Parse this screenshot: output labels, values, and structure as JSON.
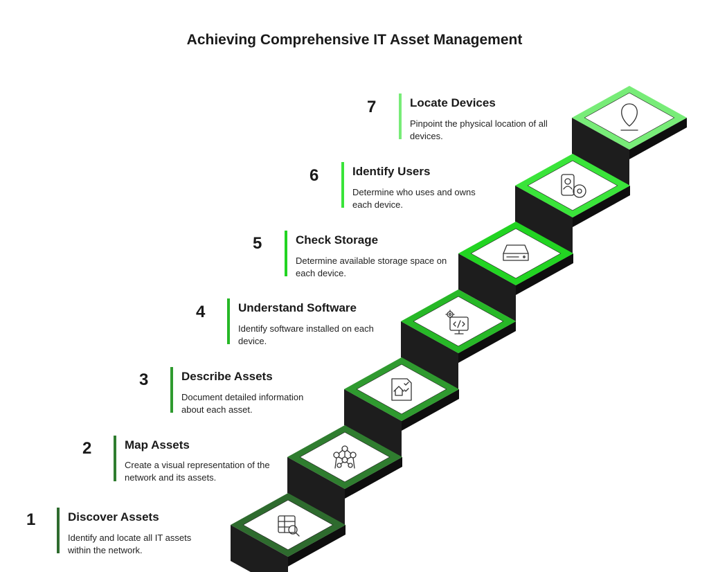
{
  "title": "Achieving Comprehensive IT Asset Management",
  "steps": [
    {
      "number": "1",
      "heading": "Discover Assets",
      "description": "Identify and locate all IT assets within the network.",
      "icon": "table-search-icon",
      "color": "#2e6b2e"
    },
    {
      "number": "2",
      "heading": "Map Assets",
      "description": "Create a visual representation of the network and its assets.",
      "icon": "network-icon",
      "color": "#2f7d2f"
    },
    {
      "number": "3",
      "heading": "Describe Assets",
      "description": "Document detailed information about each asset.",
      "icon": "document-checklist-icon",
      "color": "#2f9a2f"
    },
    {
      "number": "4",
      "heading": "Understand Software",
      "description": "Identify software installed on each device.",
      "icon": "code-monitor-icon",
      "color": "#27b827"
    },
    {
      "number": "5",
      "heading": "Check Storage",
      "description": "Determine available storage space on each device.",
      "icon": "hard-drive-icon",
      "color": "#22d422"
    },
    {
      "number": "6",
      "heading": "Identify Users",
      "description": "Determine who uses and owns each device.",
      "icon": "user-device-icon",
      "color": "#3ae43a"
    },
    {
      "number": "7",
      "heading": "Locate Devices",
      "description": "Pinpoint the physical location of all devices.",
      "icon": "location-pin-icon",
      "color": "#78ec78"
    }
  ]
}
